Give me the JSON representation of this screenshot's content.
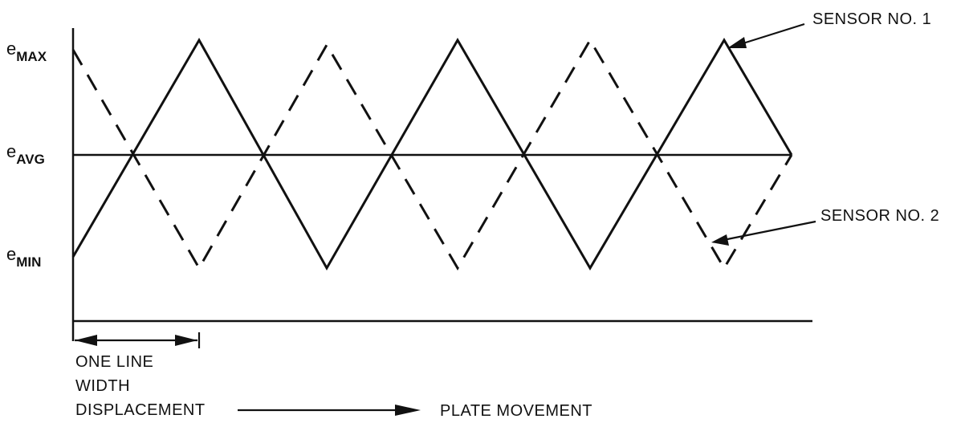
{
  "y_levels": {
    "max": {
      "base": "e",
      "sub": "MAX"
    },
    "avg": {
      "base": "e",
      "sub": "AVG"
    },
    "min": {
      "base": "e",
      "sub": "MIN"
    }
  },
  "sensor_1": {
    "label": "SENSOR NO. 1",
    "line_style": "solid"
  },
  "sensor_2": {
    "label": "SENSOR NO. 2",
    "line_style": "dashed"
  },
  "line_width": {
    "label_lines": [
      "ONE LINE",
      "WIDTH",
      "DISPLACEMENT"
    ]
  },
  "plate_movement": {
    "label": "PLATE MOVEMENT"
  }
}
